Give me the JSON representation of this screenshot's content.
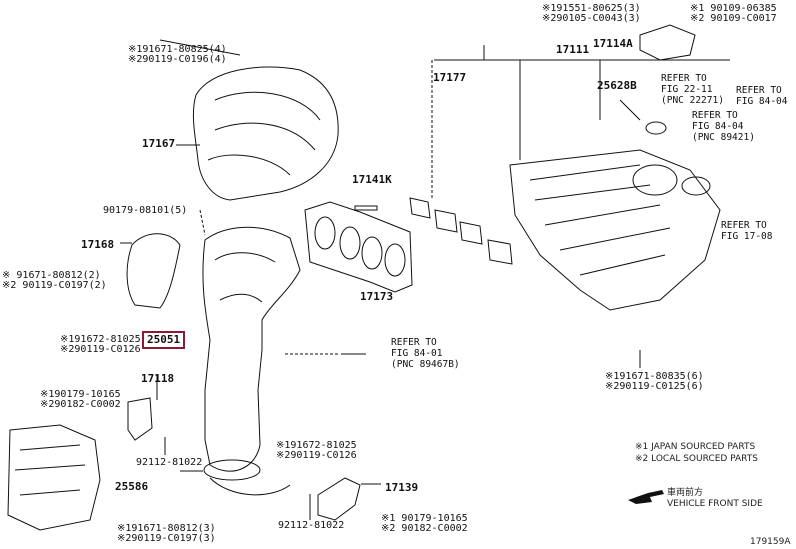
{
  "diagram": {
    "figure_id": "179159A",
    "highlighted_part": "25051",
    "highlight_color": "#8b1a3a",
    "legend": {
      "note1": "※1 JAPAN SOURCED PARTS",
      "note2": "※2 LOCAL SOURCED PARTS",
      "direction_jp": "車両前方",
      "direction_en": "VEHICLE FRONT SIDE"
    },
    "parts": {
      "p17111": "17111",
      "p17114A": "17114A",
      "p17177": "17177",
      "p25628B": "25628B",
      "p17167": "17167",
      "p17141K": "17141K",
      "p17168": "17168",
      "p17173": "17173",
      "p25051": "25051",
      "p17118": "17118",
      "p25586": "25586",
      "p17139": "17139",
      "p92112a": "92112-81022",
      "p92112b": "92112-81022",
      "p90179": "90179-08101(5)"
    },
    "fasteners": {
      "top_left_1": "※191671-80825(4)",
      "top_left_2": "※290119-C0196(4)",
      "top_right_a1": "※191551-80625(3)",
      "top_right_a2": "※290105-C0043(3)",
      "top_right_b1": "※1 90109-06385",
      "top_right_b2": "※2 90109-C0017",
      "left_mid_1": "※ 91671-80812(2)",
      "left_mid_2": "※2 90119-C0197(2)",
      "left_25051_1": "※191672-81025",
      "left_25051_2": "※290119-C0126",
      "left_17118_1": "※190179-10165",
      "left_17118_2": "※290182-C0002",
      "center_1": "※191672-81025",
      "center_2": "※290119-C0126",
      "bottom_right_1": "※1 90179-10165",
      "bottom_right_2": "※2 90182-C0002",
      "bottom_left_1": "※191671-80812(3)",
      "bottom_left_2": "※290119-C0197(3)",
      "manifold_1": "※191671-80835(6)",
      "manifold_2": "※290119-C0125(6)"
    },
    "references": {
      "r1": "REFER TO\nFIG 22-11\n(PNC 22271)",
      "r2": "REFER TO\nFIG 84-04",
      "r3": "REFER TO\nFIG 84-04\n(PNC 89421)",
      "r4": "REFER TO\nFIG 17-08",
      "r5": "REFER TO\nFIG 84-01\n(PNC 89467B)"
    }
  }
}
